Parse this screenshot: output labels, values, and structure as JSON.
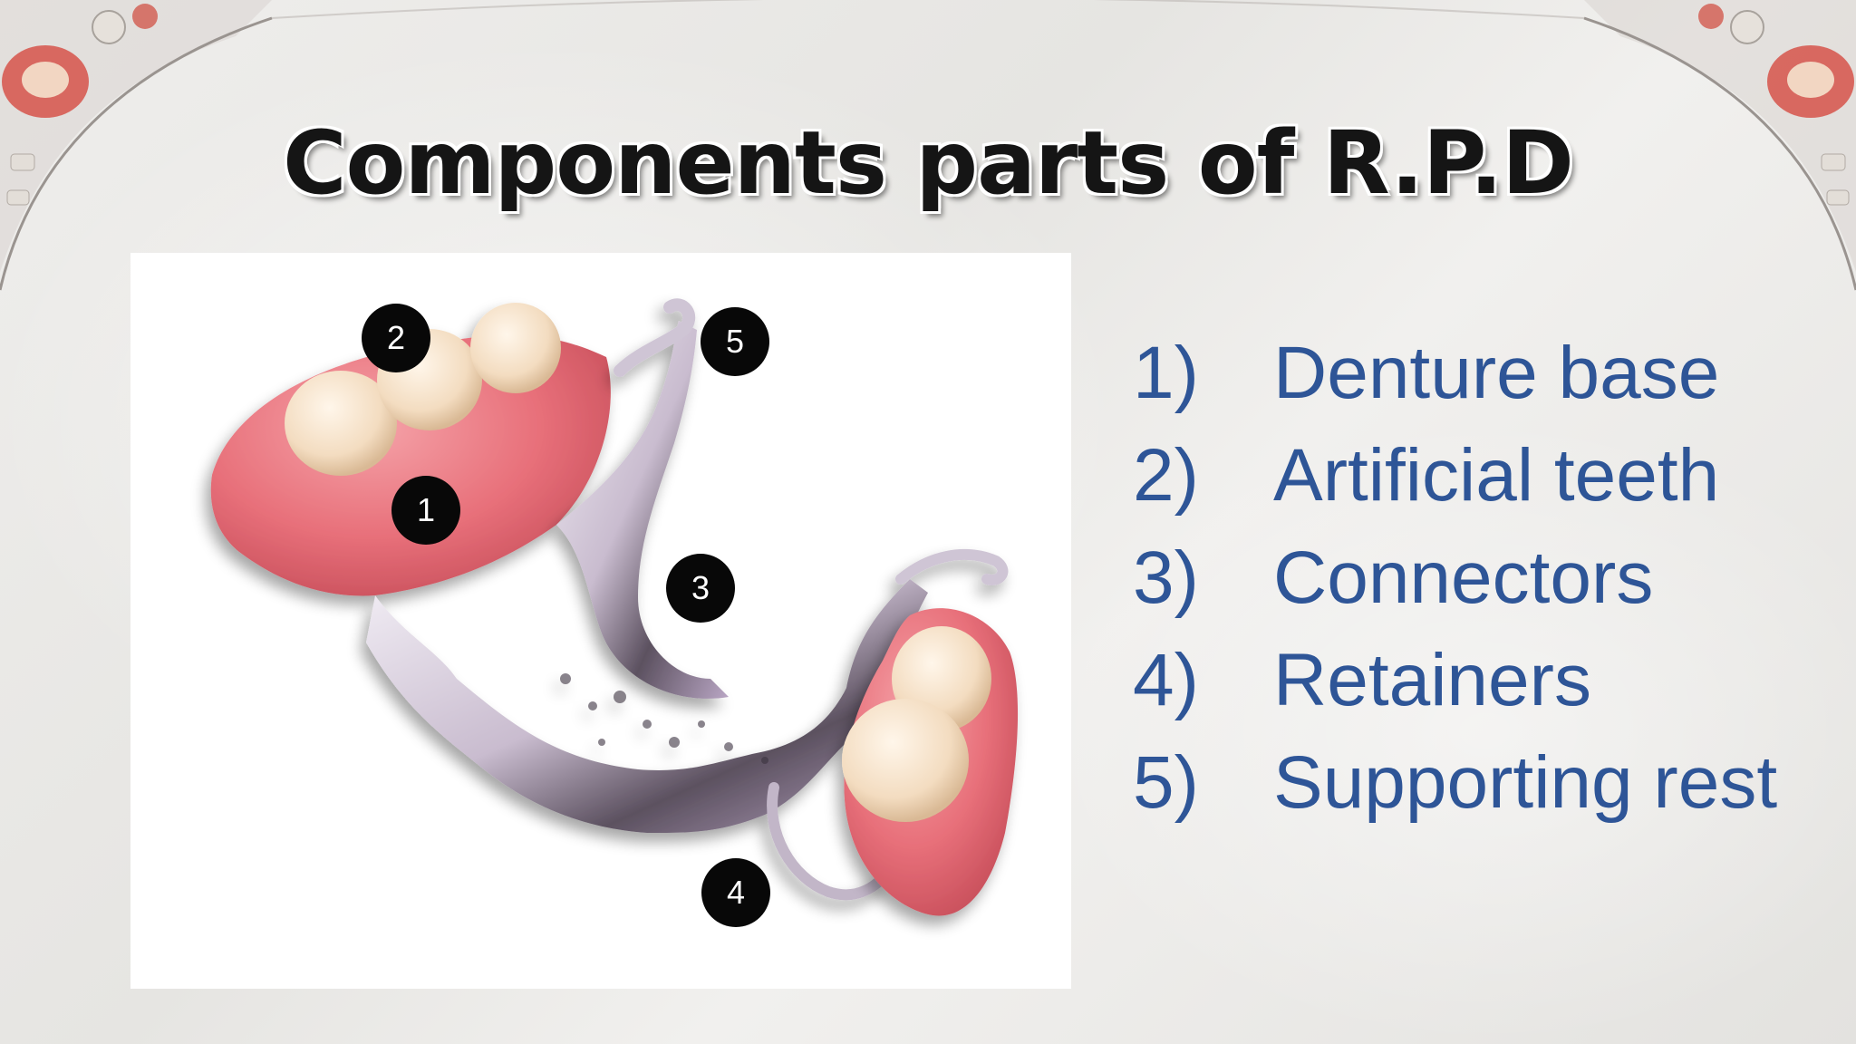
{
  "slide": {
    "title": "Components parts of R.P.D"
  },
  "figure": {
    "markers": [
      {
        "id": "marker-1",
        "label": "1"
      },
      {
        "id": "marker-2",
        "label": "2"
      },
      {
        "id": "marker-3",
        "label": "3"
      },
      {
        "id": "marker-4",
        "label": "4"
      },
      {
        "id": "marker-5",
        "label": "5"
      }
    ]
  },
  "components": [
    {
      "number": "1)",
      "label": "Denture base"
    },
    {
      "number": "2)",
      "label": "Artificial teeth"
    },
    {
      "number": "3)",
      "label": "Connectors"
    },
    {
      "number": "4)",
      "label": "Retainers"
    },
    {
      "number": "5)",
      "label": "Supporting rest"
    }
  ],
  "colors": {
    "list_text": "#2e5597",
    "title_text": "#151515",
    "marker_fill": "#080808",
    "denture_base": "#e8707a",
    "tooth": "#f3dcc0",
    "metal": "#c9bccf"
  }
}
